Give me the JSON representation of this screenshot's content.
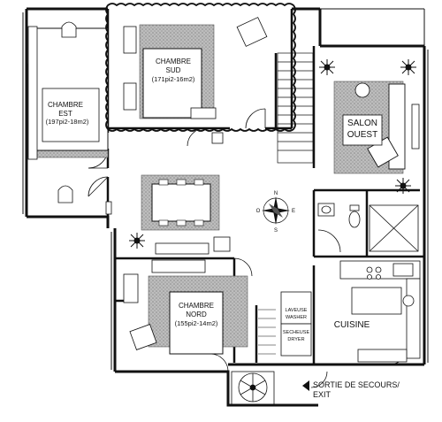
{
  "rooms": {
    "chambre_est": {
      "name": "CHAMBRE",
      "name2": "EST",
      "area": "(197pi2-18m2)"
    },
    "chambre_sud": {
      "name": "CHAMBRE",
      "name2": "SUD",
      "area": "(171pi2-16m2)"
    },
    "salon_ouest": {
      "name": "SALON",
      "name2": "OUEST"
    },
    "chambre_nord": {
      "name": "CHAMBRE",
      "name2": "NORD",
      "area": "(155pi2-14m2)"
    },
    "cuisine": {
      "name": "CUISINE"
    }
  },
  "appliances": {
    "laveuse": "LAVEUSE",
    "washer": "WASHER",
    "secheuse": "SECHEUSE",
    "dryer": "DRYER"
  },
  "exit": {
    "line1": "SORTIE DE SECOURS/",
    "line2": "EXIT"
  },
  "compass": {
    "n": "N",
    "s": "S",
    "e": "E",
    "o": "O"
  },
  "colors": {
    "wall": "#111111",
    "rug": "#a9a9a9",
    "highlight": "#000000"
  }
}
